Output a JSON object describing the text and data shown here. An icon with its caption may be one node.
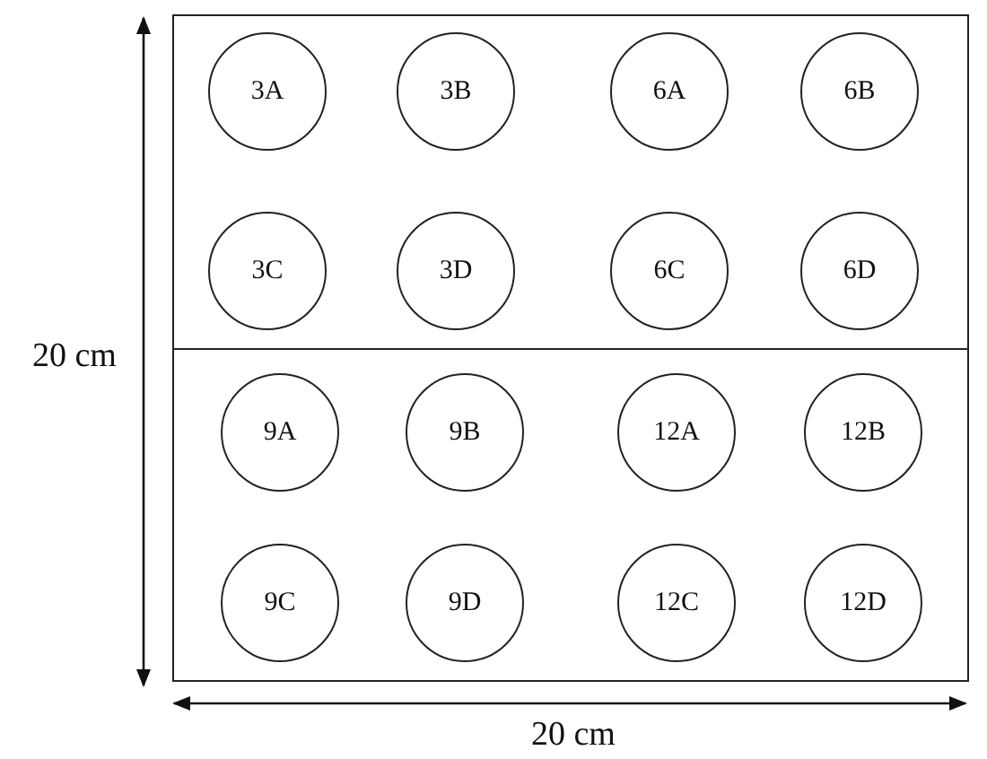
{
  "diagram": {
    "nodes": [
      {
        "text": [],
        "shape": "box"
      },
      {
        "text": [
          "3A"
        ],
        "in": 0
      },
      {
        "text": [
          "3B"
        ],
        "in": 0
      },
      {
        "text": [
          "6A"
        ],
        "in": 0
      },
      {
        "text": [
          "6B"
        ],
        "in": 0
      },
      {
        "text": [
          "3C"
        ],
        "in": 0
      },
      {
        "text": [
          "3D"
        ],
        "in": 0
      },
      {
        "text": [
          "6C"
        ],
        "in": 0
      },
      {
        "text": [
          "6D"
        ],
        "in": 0
      },
      {
        "text": [
          "9A"
        ],
        "in": 0
      },
      {
        "text": [
          "9B"
        ],
        "in": 0
      },
      {
        "text": [
          "12A"
        ],
        "in": 0
      },
      {
        "text": [
          "12B"
        ],
        "in": 0
      },
      {
        "text": [
          "9C"
        ],
        "in": 0
      },
      {
        "text": [
          "9D"
        ],
        "in": 0
      },
      {
        "text": [
          "12C"
        ],
        "in": 0
      },
      {
        "text": [
          "12D"
        ],
        "in": 0
      }
    ],
    "edges": [],
    "labels": [
      "20 cm",
      "20 cm"
    ]
  }
}
